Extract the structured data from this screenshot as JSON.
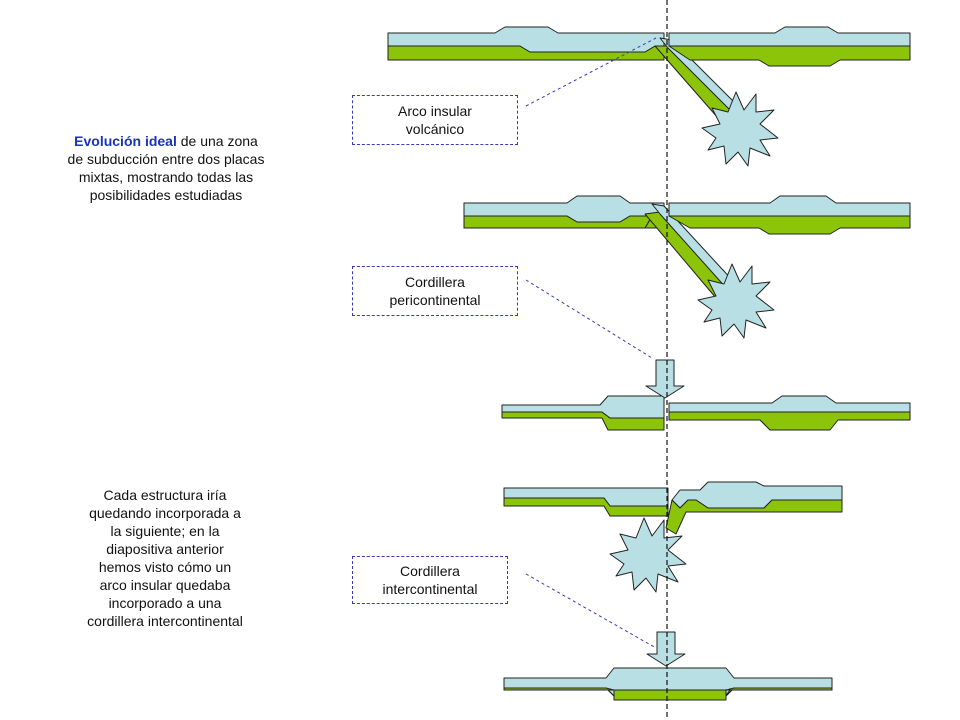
{
  "intro": {
    "highlight": "Evolución ideal",
    "lines": [
      " de una zona",
      "de subducción entre dos placas",
      "mixtas, mostrando todas las",
      "posibilidades estudiadas"
    ]
  },
  "note": {
    "lines": [
      "Cada estructura iría",
      "quedando incorporada a",
      "la siguiente; en la",
      "diapositiva anterior",
      "hemos visto cómo un",
      "arco insular quedaba",
      "incorporado a una",
      "cordillera intercontinental"
    ]
  },
  "labels": {
    "arco": [
      "Arco insular",
      "volcánico"
    ],
    "peri": [
      "Cordillera",
      "pericontinental"
    ],
    "inter": [
      "Cordillera",
      "intercontinental"
    ]
  },
  "colors": {
    "crust": "#b8e0e4",
    "lithosphere": "#8cc40a",
    "outline": "#222222",
    "dashed": "#3a3ab8",
    "highlight": "#1a33b8"
  }
}
